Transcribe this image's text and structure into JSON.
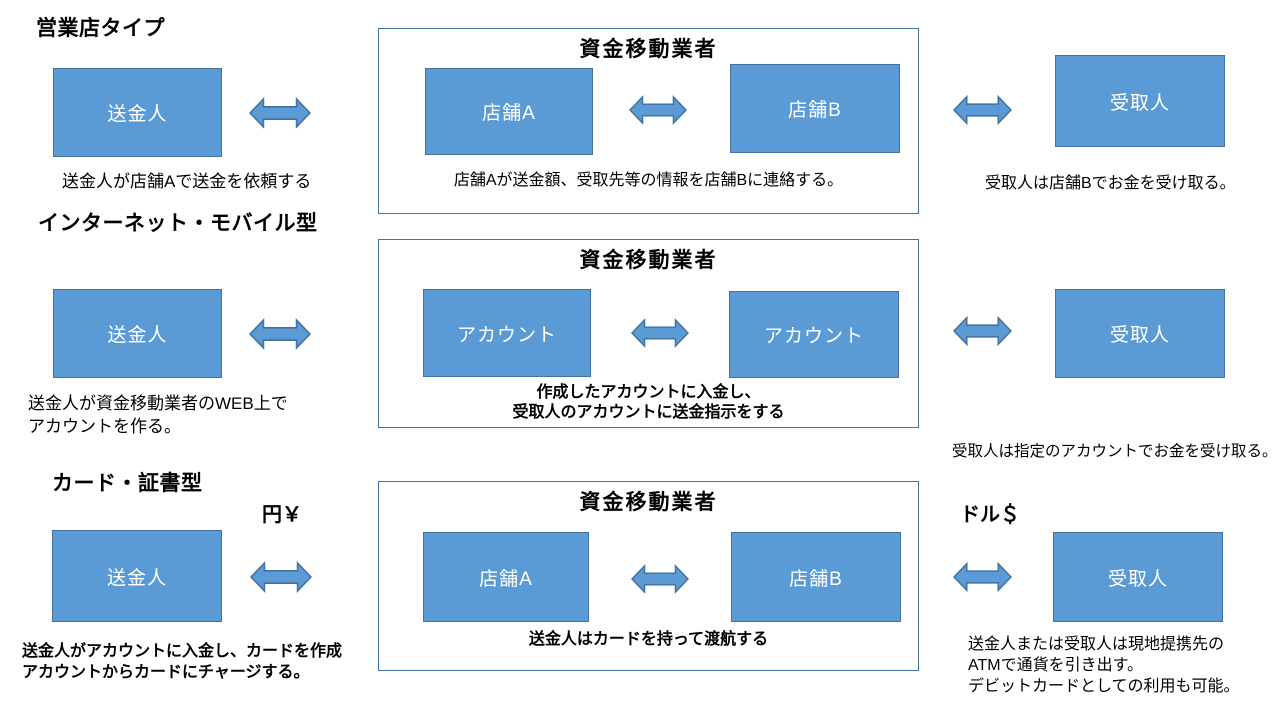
{
  "colors": {
    "box_fill": "#5B9BD5",
    "box_border": "#41719C",
    "container_border": "#41719C",
    "box_text": "#ffffff",
    "text": "#000000"
  },
  "sections": [
    {
      "heading": "営業店タイプ",
      "sender_label": "送金人",
      "sender_caption": "送金人が店舗Aで送金を依頼する",
      "operator": {
        "title": "資金移動業者",
        "left_box": "店舗A",
        "right_box": "店舗B",
        "caption_lines": [
          "店舗Aが送金額、受取先等の情報を店舗Bに連絡する。"
        ]
      },
      "receiver_label": "受取人",
      "receiver_caption_lines": [
        "受取人は店舗Bでお金を受け取る。"
      ]
    },
    {
      "heading": "インターネット・モバイル型",
      "sender_label": "送金人",
      "sender_caption_lines": [
        "送金人が資金移動業者のWEB上で",
        "アカウントを作る。"
      ],
      "operator": {
        "title": "資金移動業者",
        "left_box": "アカウント",
        "right_box": "アカウント",
        "caption_lines": [
          "作成したアカウントに入金し、",
          "受取人のアカウントに送金指示をする"
        ]
      },
      "receiver_label": "受取人",
      "receiver_caption_lines": [
        "受取人は指定のアカウントでお金を受け取る。"
      ]
    },
    {
      "heading": "カード・証書型",
      "currency_left": "円￥",
      "currency_right": "ドル＄",
      "sender_label": "送金人",
      "sender_caption_lines": [
        "送金人がアカウントに入金し、カードを作成",
        "アカウントからカードにチャージする。"
      ],
      "operator": {
        "title": "資金移動業者",
        "left_box": "店舗A",
        "right_box": "店舗B",
        "caption_lines": [
          "送金人はカードを持って渡航する"
        ]
      },
      "receiver_label": "受取人",
      "receiver_caption_lines": [
        "送金人または受取人は現地提携先の",
        "ATMで通貨を引き出す。",
        "デビットカードとしての利用も可能。"
      ]
    }
  ]
}
